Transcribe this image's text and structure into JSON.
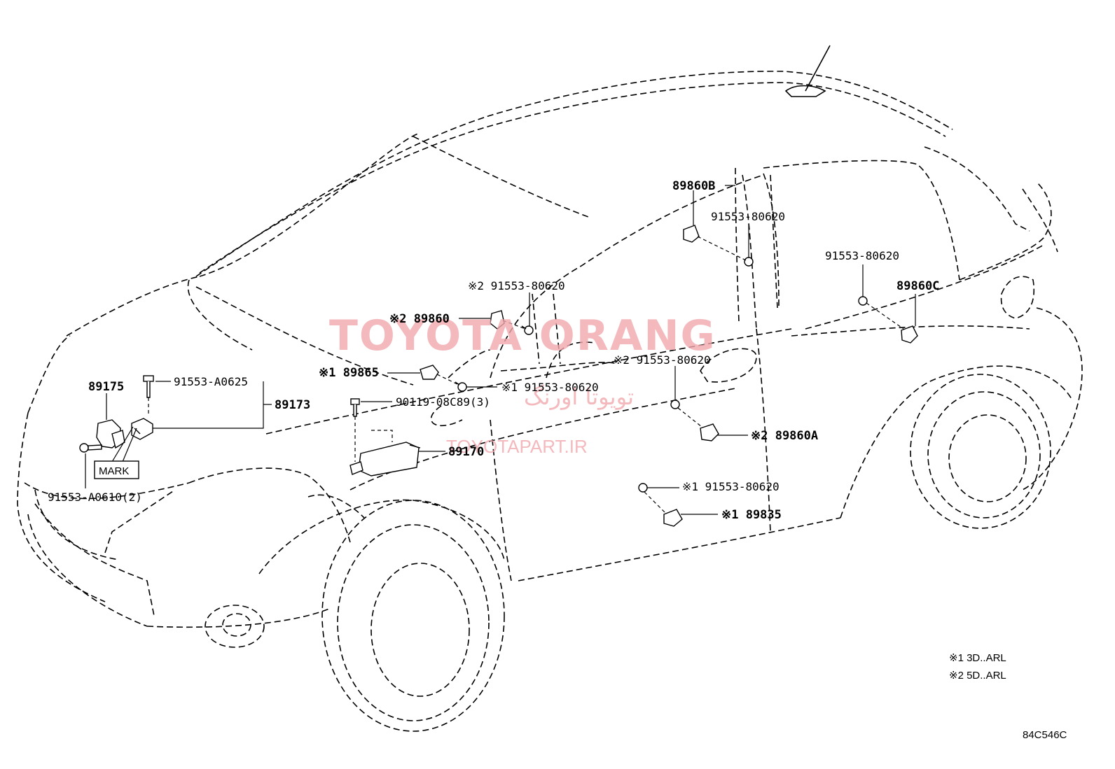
{
  "diagram_code": "84C546C",
  "watermark": {
    "brand": "TOYOTA ORANG",
    "persian": "تویوتا اورنگ",
    "url": "TOYOTAPART.IR"
  },
  "callouts": {
    "p89175": "89175",
    "p91553_A0625": "91553-A0625",
    "p89173": "89173",
    "mark": "MARK",
    "p91553_A0610": "91553-A0610(2)",
    "p90119": "90119-08C89(3)",
    "p89170": "89170",
    "p89865": "※1 89865",
    "p89860": "※2 89860",
    "p91553_80620_a": "※2 91553-80620",
    "p91553_80620_b": "※1 91553-80620",
    "p89860B": "89860B",
    "p91553_80620_c": "91553-80620",
    "p91553_80620_d": "91553-80620",
    "p89860C": "89860C",
    "p91553_80620_e": "※2 91553-80620",
    "p89860A": "※2 89860A",
    "p91553_80620_f": "※1 91553-80620",
    "p89835": "※1 89835"
  },
  "legend": [
    "※1 3D..ARL",
    "※2 5D..ARL"
  ]
}
